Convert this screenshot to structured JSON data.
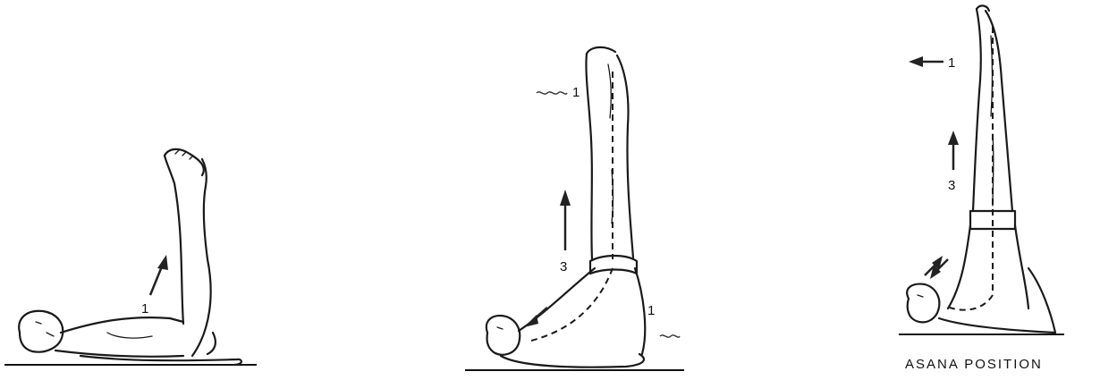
{
  "figures": [
    {
      "step_label": "1"
    },
    {
      "step_labels": [
        "1",
        "3",
        "1"
      ]
    },
    {
      "step_labels": [
        "1",
        "3"
      ],
      "caption": "ASANA POSITION"
    }
  ]
}
